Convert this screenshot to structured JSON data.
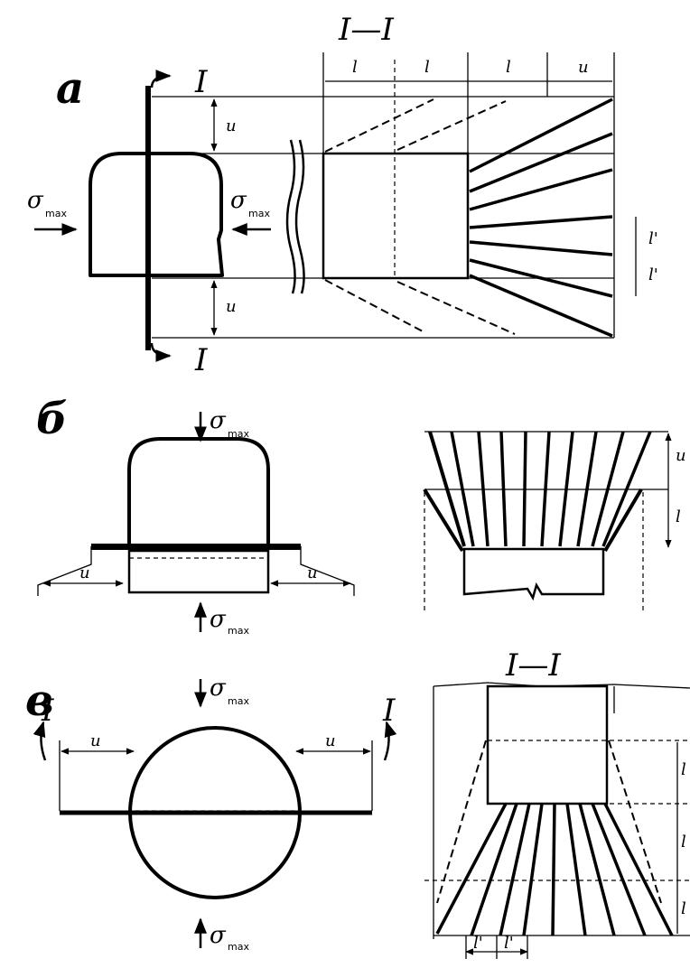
{
  "panels": {
    "a": {
      "label": "а",
      "section_label": "I—I",
      "section_mark": "I",
      "dim_u": "u",
      "dim_l": "l",
      "dim_lprime": "l'",
      "sigma": "σ",
      "sigma_sub_left": "max",
      "sigma_sub_right": "max"
    },
    "b": {
      "label": "б",
      "sigma": "σ",
      "sigma_sub_top": "max",
      "sigma_sub_bottom": "max",
      "dim_u": "u",
      "dim_l": "l"
    },
    "v": {
      "label": "в",
      "section_label": "I—I",
      "section_mark": "I",
      "sigma": "σ",
      "sigma_sub_top": "max",
      "sigma_sub_bottom": "max",
      "dim_u": "u",
      "dim_l": "l",
      "dim_lprime": "l'"
    }
  }
}
